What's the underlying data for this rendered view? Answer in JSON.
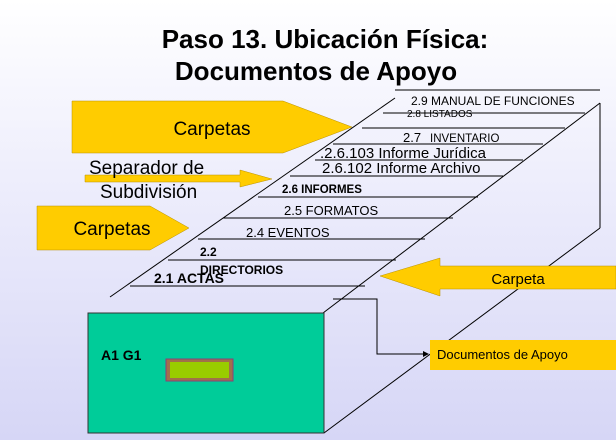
{
  "title": {
    "line1": "Paso 13. Ubicación Física:",
    "line2": "Documentos de Apoyo"
  },
  "arrows": {
    "carpetas_top": "Carpetas",
    "separador_line1": "Separador de",
    "separador_line2": "Subdivisión",
    "carpetas_left": "Carpetas",
    "carpeta_right": "Carpeta"
  },
  "shelves": {
    "s29": "2.9 MANUAL DE FUNCIONES",
    "s28": "2.8 LISTADOS",
    "s27_num": "2.7",
    "s27_label": "INVENTARIO",
    "s26103": ".2.6.103 Informe Jurídica",
    "s26102": "2.6.102 Informe Archivo",
    "s26": "2.6 INFORMES",
    "s25": "2.5 FORMATOS",
    "s24": "2.4 EVENTOS",
    "s22_num": "2.2",
    "s22_label": "DIRECTORIOS",
    "s21": "2.1 ACTAS"
  },
  "cabinet": {
    "label": "A1 G1"
  },
  "callout": {
    "label": "Documentos de Apoyo"
  },
  "colors": {
    "arrow": "#ffcc00",
    "cabinet": "#00cc99",
    "tag": "#99cc00",
    "tag_border": "#a0704a"
  }
}
